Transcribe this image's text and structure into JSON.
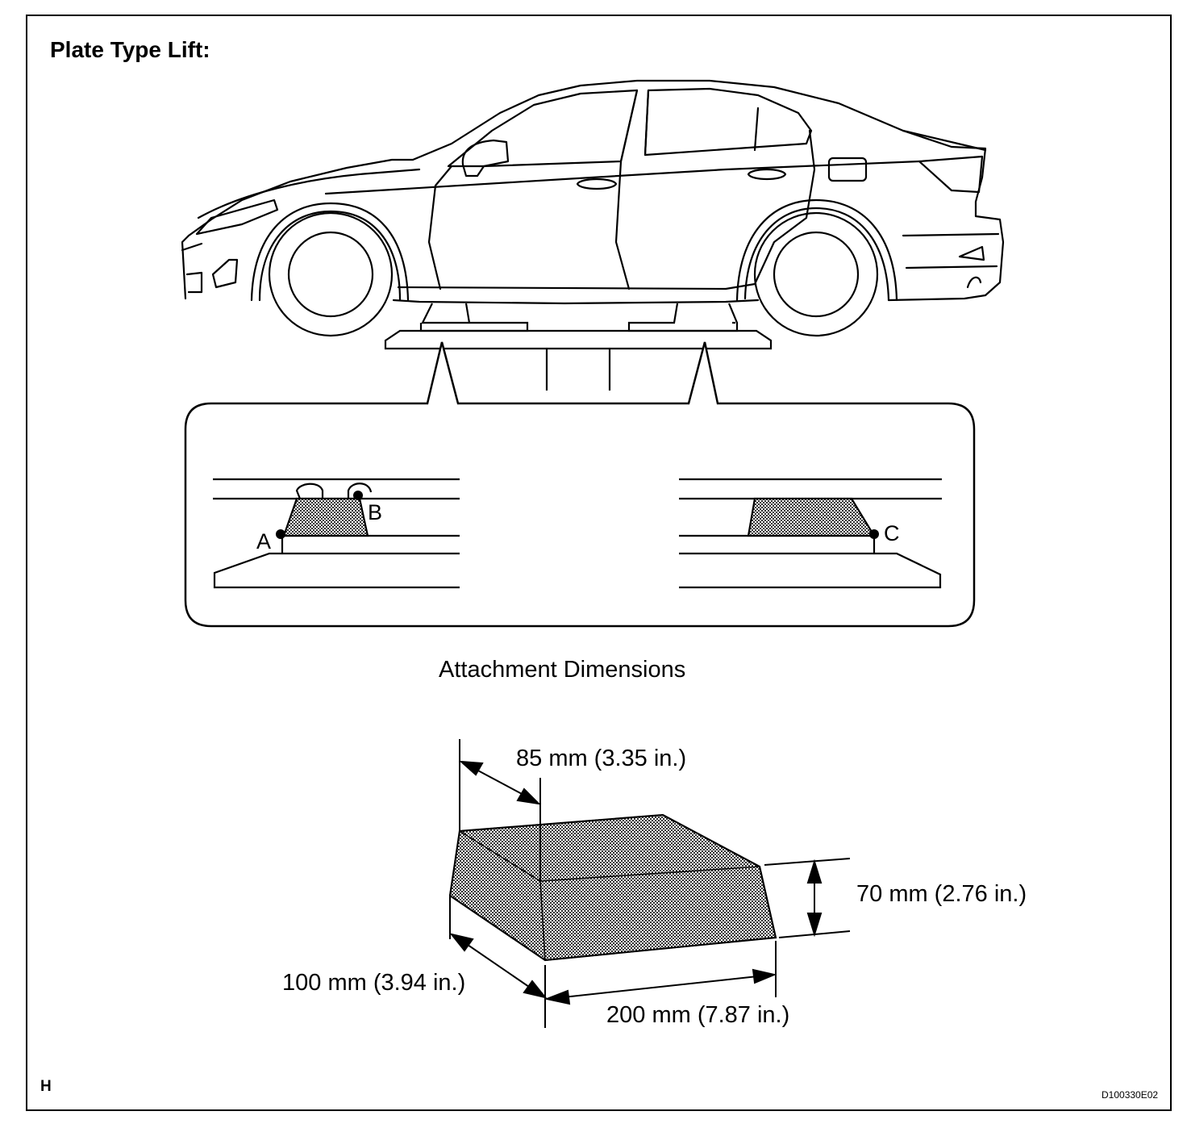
{
  "title": "Plate Type Lift:",
  "subtitle": "Attachment Dimensions",
  "points": {
    "a": "A",
    "b": "B",
    "c": "C"
  },
  "dimensions": {
    "length_width": "85 mm (3.35 in.)",
    "height": "70 mm (2.76 in.)",
    "depth": "100 mm (3.94 in.)",
    "length": "200 mm (7.87 in.)"
  },
  "corner_mark": "H",
  "figure_code": "D100330E02",
  "colors": {
    "line": "#000000",
    "background": "#ffffff",
    "hatch": "#555555"
  }
}
